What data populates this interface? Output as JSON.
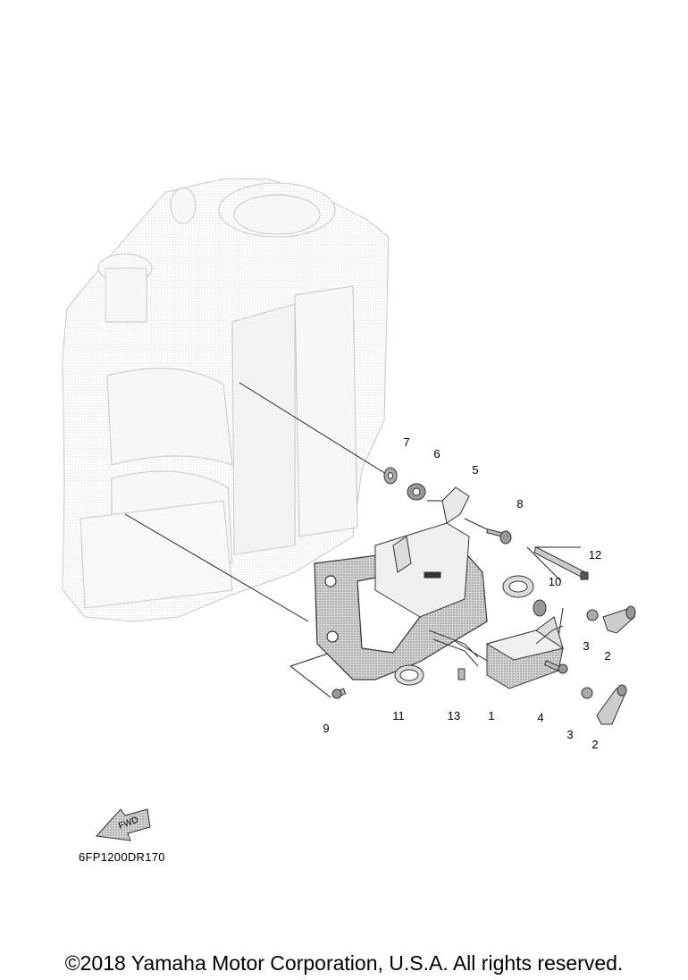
{
  "callouts": [
    {
      "id": "7",
      "label": "7"
    },
    {
      "id": "6",
      "label": "6"
    },
    {
      "id": "5",
      "label": "5"
    },
    {
      "id": "8",
      "label": "8"
    },
    {
      "id": "12",
      "label": "12"
    },
    {
      "id": "10",
      "label": "10"
    },
    {
      "id": "3a",
      "label": "3"
    },
    {
      "id": "2a",
      "label": "2"
    },
    {
      "id": "9",
      "label": "9"
    },
    {
      "id": "11",
      "label": "11"
    },
    {
      "id": "13",
      "label": "13"
    },
    {
      "id": "1",
      "label": "1"
    },
    {
      "id": "4",
      "label": "4"
    },
    {
      "id": "3b",
      "label": "3"
    },
    {
      "id": "2b",
      "label": "2"
    }
  ],
  "fwd_arrow": {
    "label": "FWD",
    "icon": "fwd-arrow-icon"
  },
  "diagram_code": "6FP1200DR170",
  "copyright": "©2018 Yamaha Motor Corporation, U.S.A. All rights reserved.",
  "colors": {
    "line": "#555555",
    "fill_light": "#f2f2f2",
    "fill_mid": "#bdbdbd",
    "fill_dark": "#8a8a8a"
  }
}
